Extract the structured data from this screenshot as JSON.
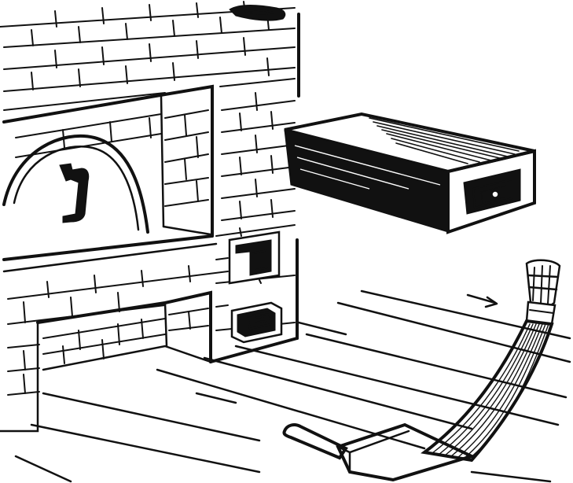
{
  "illustration": {
    "style": "black-and-white line drawing",
    "ink_color": "#111111",
    "paper_color": "#ffffff",
    "objects": [
      "brick-stove",
      "oven-mouth-with-arched-door",
      "smoke-hole-at-top",
      "damper-door",
      "ash-pit-door",
      "fire-box-opening",
      "floating-ash-drawer",
      "broom",
      "dustpan",
      "plank-floor",
      "motion-arrow"
    ]
  }
}
